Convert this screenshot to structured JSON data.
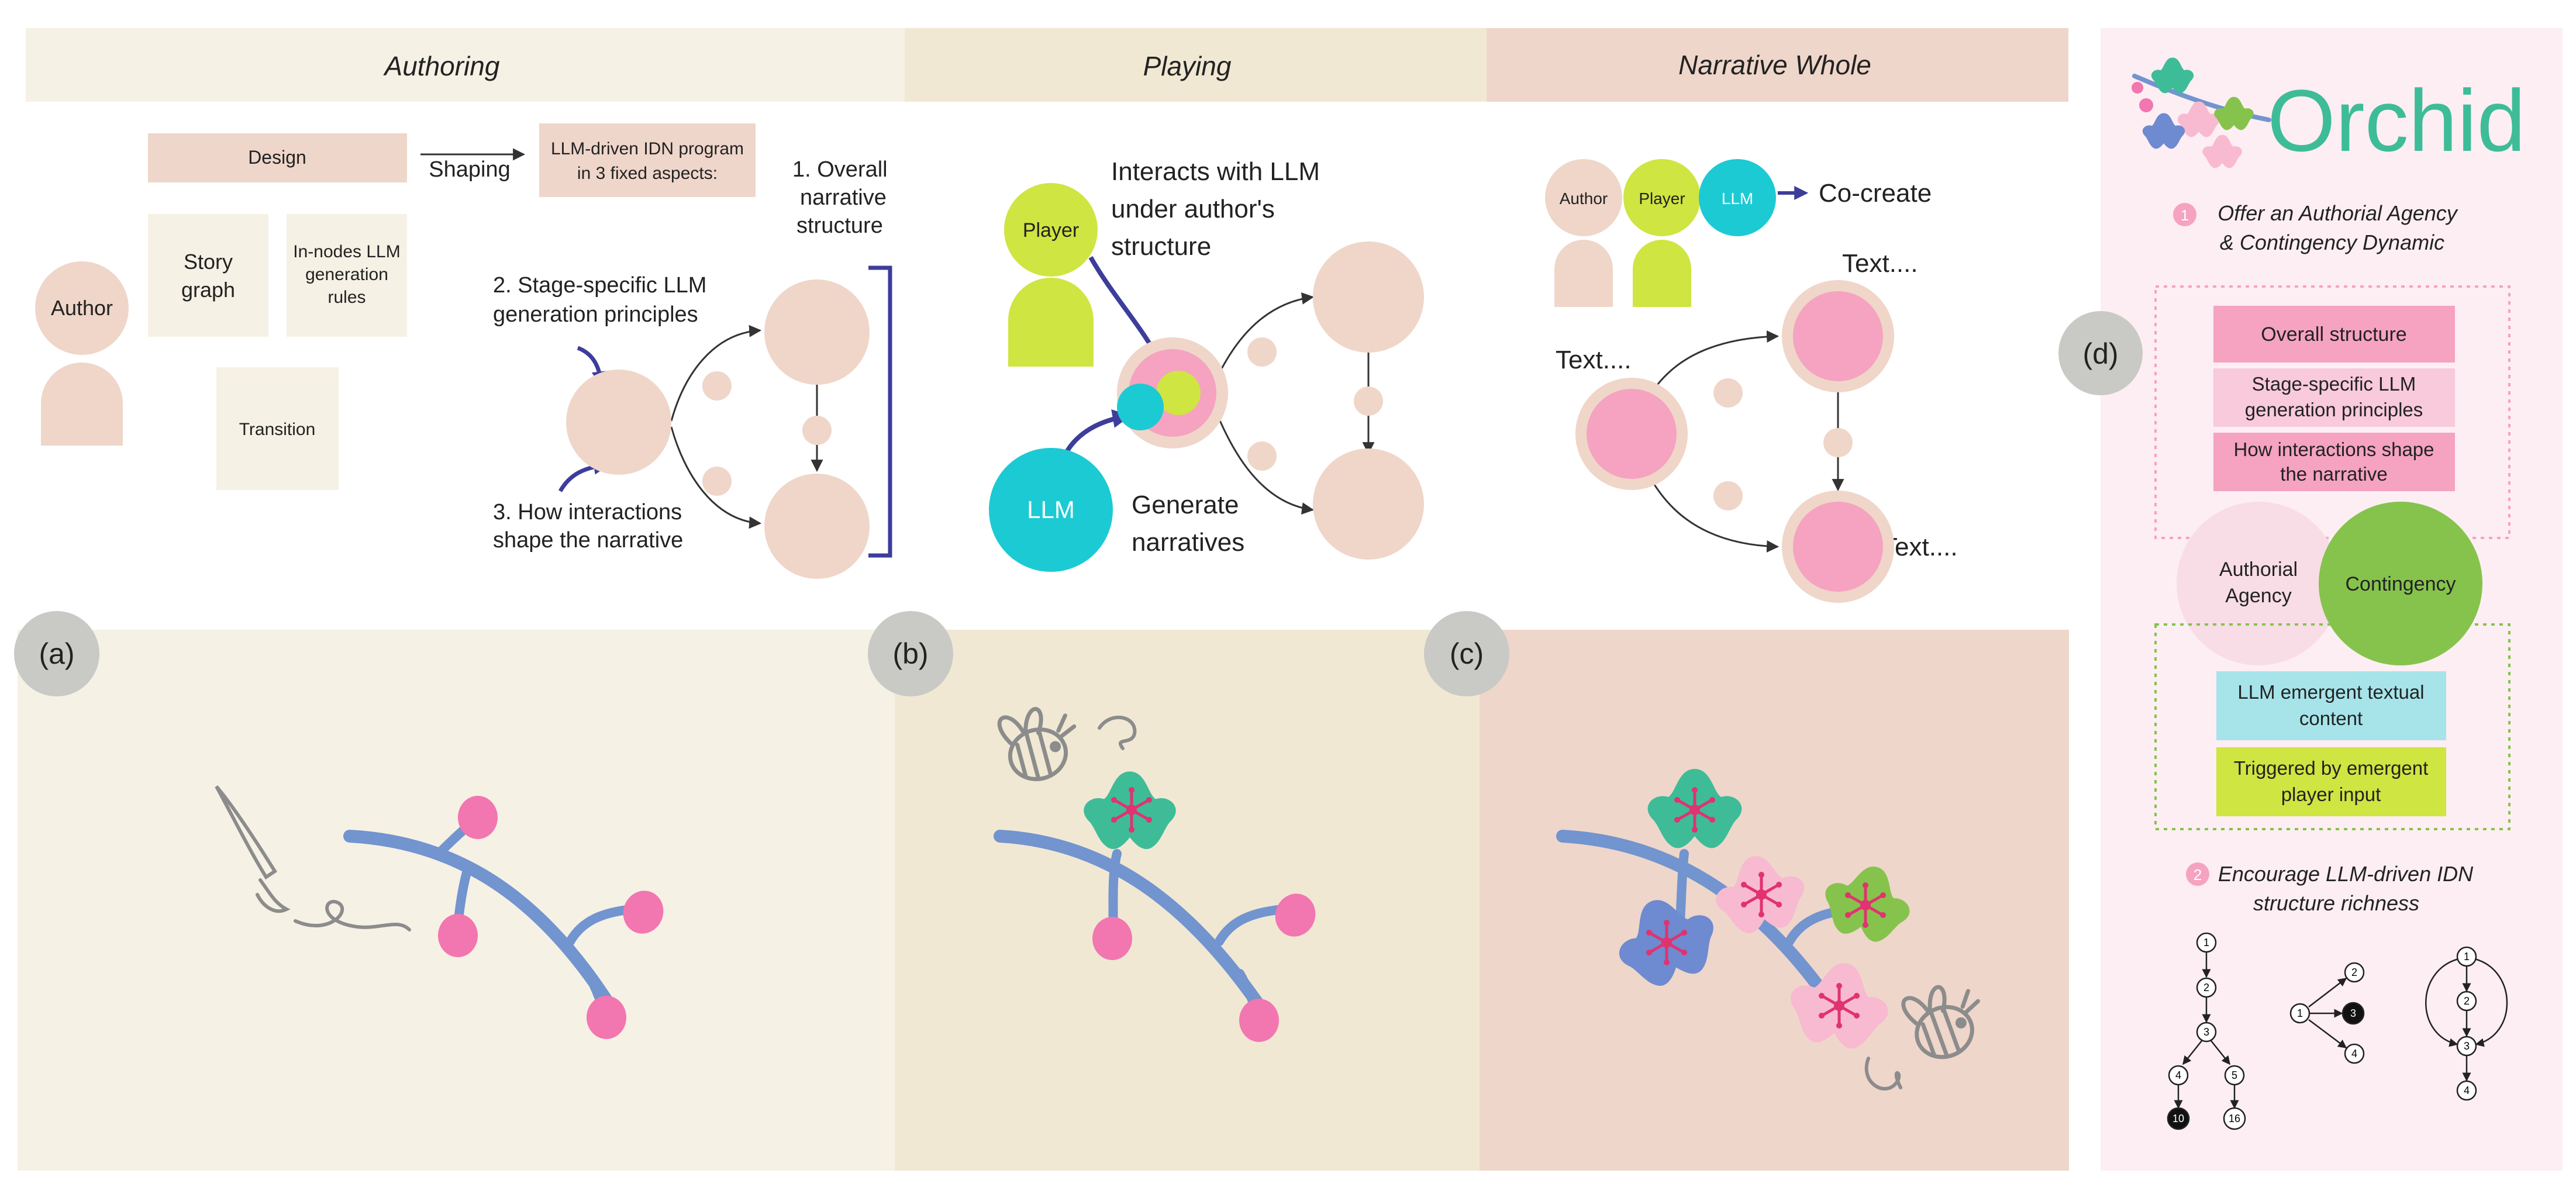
{
  "headers": {
    "authoring": "Authoring",
    "playing": "Playing",
    "narrative_whole": "Narrative Whole"
  },
  "authoring": {
    "design": "Design",
    "shaping": "Shaping",
    "program_line1": "LLM-driven IDN program",
    "program_line2": "in 3 fixed aspects:",
    "author": "Author",
    "story_graph_line1": "Story",
    "story_graph_line2": "graph",
    "rules_line1": "In-nodes LLM",
    "rules_line2": "generation",
    "rules_line3": "rules",
    "transition": "Transition",
    "aspect1_line1": "1. Overall",
    "aspect1_line2": "narrative",
    "aspect1_line3": "structure",
    "aspect2_line1": "2. Stage-specific LLM",
    "aspect2_line2": "generation principles",
    "aspect3_line1": "3. How interactions",
    "aspect3_line2": "shape the narrative"
  },
  "playing": {
    "player": "Player",
    "interacts_line1": "Interacts with LLM",
    "interacts_line2": "under author's",
    "interacts_line3": "structure",
    "llm": "LLM",
    "generate_line1": "Generate",
    "generate_line2": "narratives"
  },
  "narrative": {
    "author": "Author",
    "player": "Player",
    "llm": "LLM",
    "cocreate": "Co-create",
    "text": "Text...."
  },
  "panel_labels": {
    "a": "(a)",
    "b": "(b)",
    "c": "(c)",
    "d": "(d)"
  },
  "sidebar": {
    "logo": "Orchid",
    "num1": "1",
    "offer_line1": "Offer an Authorial Agency",
    "offer_line2": "& Contingency Dynamic",
    "overall_structure": "Overall structure",
    "stage_line1": "Stage-specific LLM",
    "stage_line2": "generation principles",
    "interactions_line1": "How interactions shape",
    "interactions_line2": "the narrative",
    "authorial_line1": "Authorial",
    "authorial_line2": "Agency",
    "contingency": "Contingency",
    "emergent_line1": "LLM emergent textual",
    "emergent_line2": "content",
    "triggered_line1": "Triggered by emergent",
    "triggered_line2": "player input",
    "num2": "2",
    "encourage_line1": "Encourage LLM-driven IDN",
    "encourage_line2": "structure richness",
    "graph1_nodes": [
      "1",
      "2",
      "3",
      "4",
      "5",
      "10",
      "16"
    ],
    "graph2_nodes": [
      "1",
      "2",
      "3",
      "4"
    ],
    "graph3_nodes": [
      "1",
      "2",
      "3",
      "4"
    ]
  },
  "colors": {
    "beige": "#f6f1e5",
    "sand": "#f1e8d4",
    "peach": "#efd6ca",
    "node": "#efd6c9",
    "pink": "#f5a3c0",
    "lime": "#cfe541",
    "cyan": "#1ccad4",
    "blue": "#3d3d9b",
    "teal_logo": "#3ebc98",
    "sidebar_bg": "#fdeef3"
  }
}
